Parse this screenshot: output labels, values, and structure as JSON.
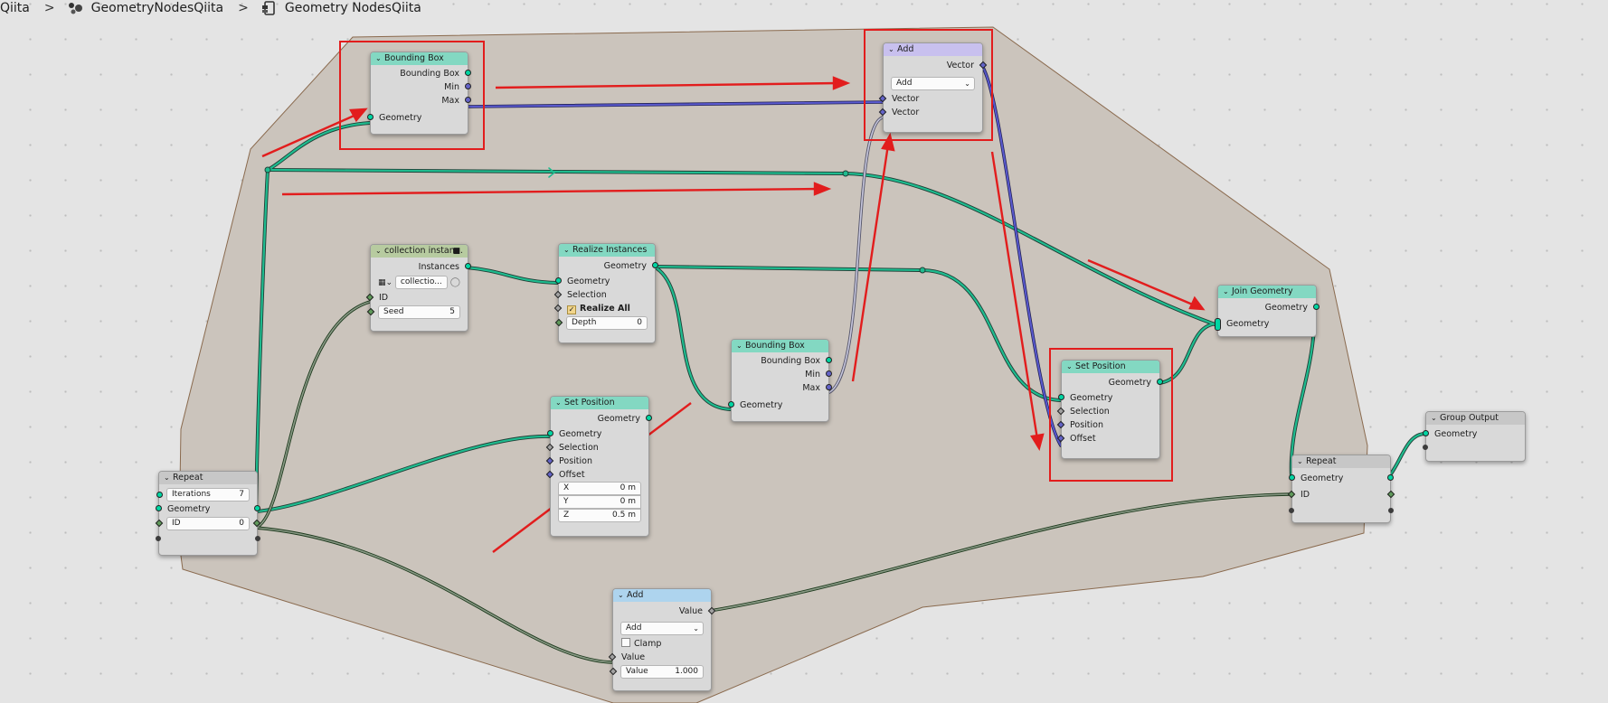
{
  "breadcrumb": {
    "root": "Qiita",
    "object": "GeometryNodesQiita",
    "tree": "Geometry NodesQiita",
    "separator": ">"
  },
  "colors": {
    "geometry_socket": "#00d6a3",
    "vector_socket": "#6363c7",
    "frame_fill": "#cbc4bc",
    "annotation_red": "#e21d1d"
  },
  "nodes": {
    "bbox1": {
      "title": "Bounding Box",
      "out_bbox": "Bounding Box",
      "out_min": "Min",
      "out_max": "Max",
      "in_geometry": "Geometry"
    },
    "add_vec": {
      "title": "Add",
      "out_vector": "Vector",
      "operation": "Add",
      "in_vector_a": "Vector",
      "in_vector_b": "Vector"
    },
    "coll_info": {
      "title": "collection instan...",
      "out_instances": "Instances",
      "collection_value": "collectio...",
      "in_id": "ID",
      "seed_label": "Seed",
      "seed_value": "5"
    },
    "realize": {
      "title": "Realize Instances",
      "out_geometry": "Geometry",
      "in_geometry": "Geometry",
      "in_selection": "Selection",
      "realize_all": "Realize All",
      "depth_label": "Depth",
      "depth_value": "0"
    },
    "bbox2": {
      "title": "Bounding Box",
      "out_bbox": "Bounding Box",
      "out_min": "Min",
      "out_max": "Max",
      "in_geometry": "Geometry"
    },
    "setpos1": {
      "title": "Set Position",
      "out_geometry": "Geometry",
      "in_geometry": "Geometry",
      "in_selection": "Selection",
      "in_position": "Position",
      "in_offset": "Offset",
      "x_label": "X",
      "x_value": "0 m",
      "y_label": "Y",
      "y_value": "0 m",
      "z_label": "Z",
      "z_value": "0.5 m"
    },
    "setpos2": {
      "title": "Set Position",
      "out_geometry": "Geometry",
      "in_geometry": "Geometry",
      "in_selection": "Selection",
      "in_position": "Position",
      "in_offset": "Offset"
    },
    "join": {
      "title": "Join Geometry",
      "out_geometry": "Geometry",
      "in_geometry": "Geometry"
    },
    "repeat_in": {
      "title": "Repeat",
      "iterations_label": "Iterations",
      "iterations_value": "7",
      "geometry": "Geometry",
      "id_label": "ID",
      "id_value": "0"
    },
    "repeat_out": {
      "title": "Repeat",
      "geometry": "Geometry",
      "id": "ID"
    },
    "group_out": {
      "title": "Group Output",
      "in_geometry": "Geometry"
    },
    "add_math": {
      "title": "Add",
      "out_value": "Value",
      "operation": "Add",
      "clamp": "Clamp",
      "in_value": "Value",
      "value_label": "Value",
      "value_value": "1.000"
    }
  }
}
